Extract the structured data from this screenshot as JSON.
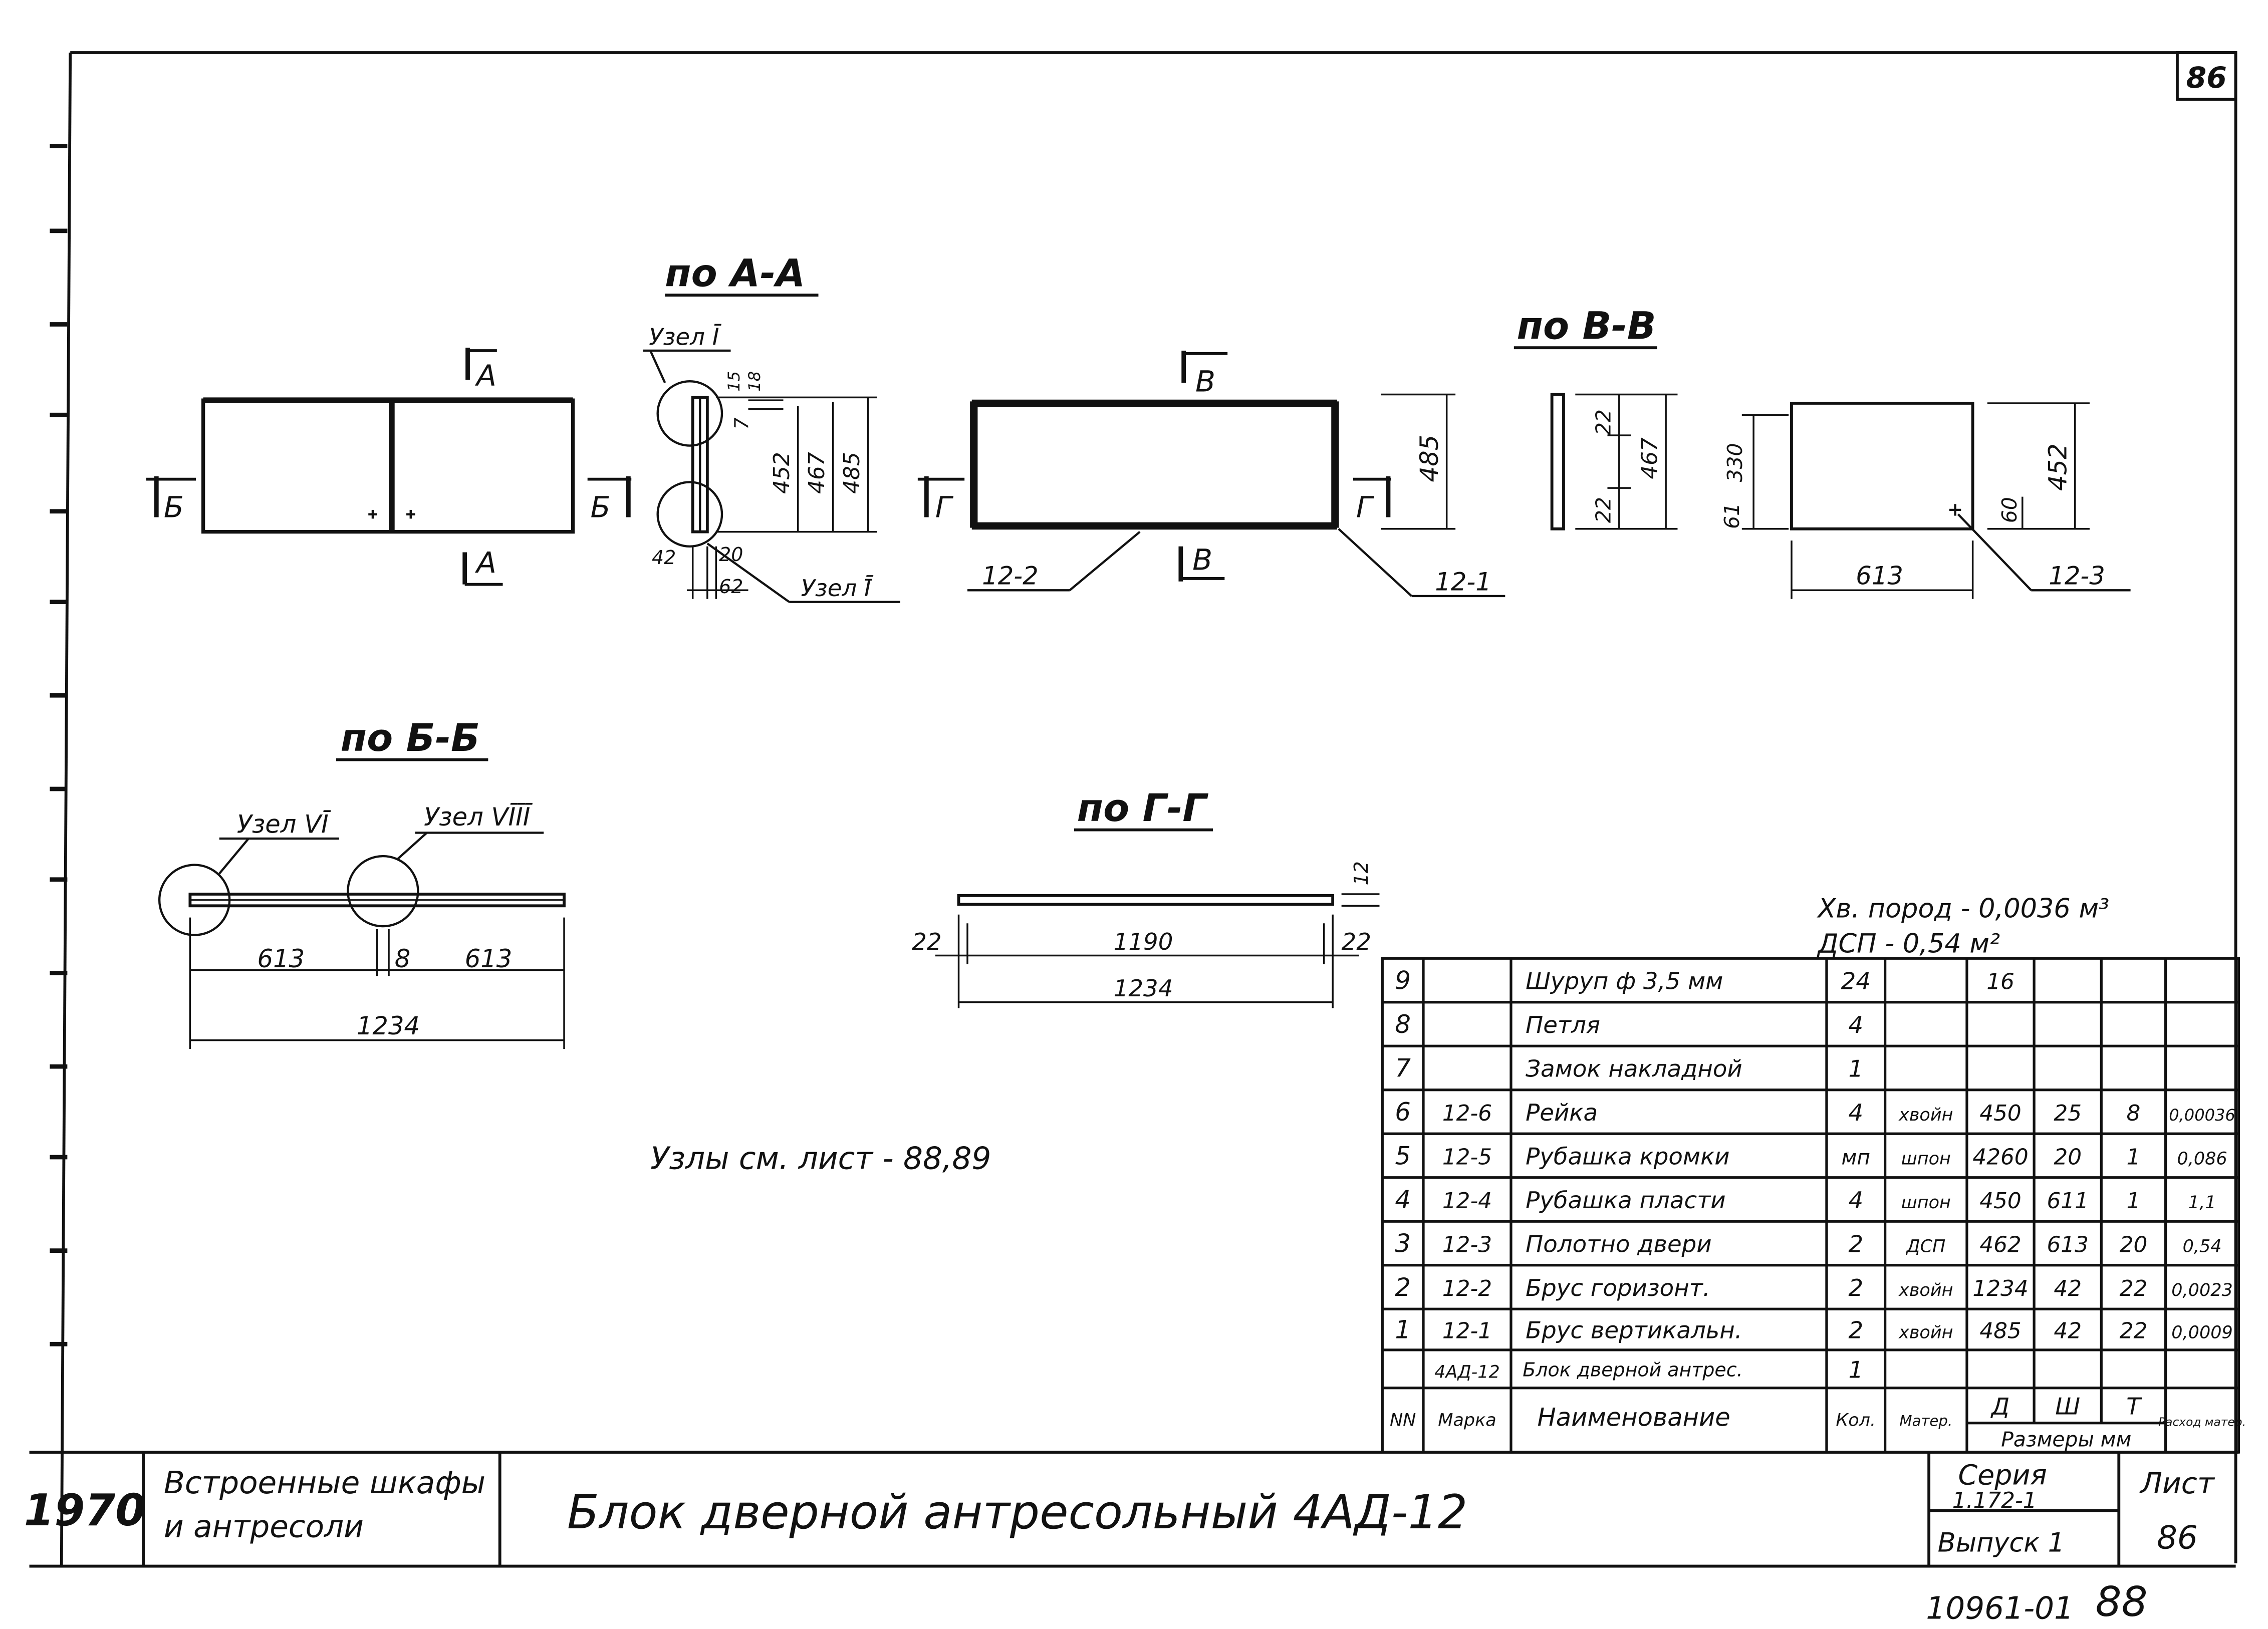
{
  "sheet": {
    "corner_sheet_number": "86",
    "bottom_archive_code": "10961-01",
    "bottom_page_number": "88"
  },
  "views": {
    "aa_title": "по А-А",
    "vv_title": "по В-В",
    "bb_title": "по Б-Б",
    "gg_title": "по Г-Г",
    "note": "Узлы см. лист - 88,89"
  },
  "front_view": {
    "mark_a_top": "А",
    "mark_a_bottom": "А",
    "mark_b_left": "Б",
    "mark_b_right": "Б"
  },
  "section_aa": {
    "node1": "Узел Ī",
    "node2": "Узел Ī̄",
    "dims": [
      "15",
      "18",
      "7",
      "452",
      "467",
      "485",
      "42",
      "20",
      "62"
    ]
  },
  "frame_view": {
    "mark_v_top": "В",
    "mark_v_bottom": "В",
    "mark_g_left": "Г",
    "mark_g_right": "Г",
    "dim_height": "485",
    "callout_left": "12-2",
    "callout_right": "12-1"
  },
  "section_vv": {
    "dims": [
      "22",
      "22",
      "467"
    ]
  },
  "panel_view": {
    "dims_left": [
      "61",
      "330"
    ],
    "dim_width": "613",
    "dim_right_small": "60",
    "dim_right": "452",
    "callout": "12-3"
  },
  "section_bb": {
    "node6": "Узел VĪ",
    "node8": "Узел VĪĪĪ",
    "dim_left": "613",
    "dim_gap": "8",
    "dim_right": "613",
    "dim_total": "1234"
  },
  "section_gg": {
    "dim_top": "12",
    "dim_left": "22",
    "dim_mid": "1190",
    "dim_right": "22",
    "dim_total": "1234"
  },
  "material_summary": {
    "line1": "Хв. пород - 0,0036 м³",
    "line2": "ДСП - 0,54 м²"
  },
  "parts_table": {
    "headers": {
      "num": "NN",
      "mark": "Марка",
      "name": "Наименование",
      "qty": "Кол.",
      "material": "Матер.",
      "dim_l": "Д",
      "dim_w": "Ш",
      "dim_t": "Т",
      "sizes_label": "Размеры мм",
      "consumption": "Расход матер."
    },
    "rows": [
      {
        "num": "9",
        "mark": "",
        "name": "Шуруп ф 3,5 мм",
        "qty": "24",
        "material": "",
        "l": "16",
        "w": "",
        "t": "",
        "cons": ""
      },
      {
        "num": "8",
        "mark": "",
        "name": "Петля",
        "qty": "4",
        "material": "",
        "l": "",
        "w": "",
        "t": "",
        "cons": ""
      },
      {
        "num": "7",
        "mark": "",
        "name": "Замок накладной",
        "qty": "1",
        "material": "",
        "l": "",
        "w": "",
        "t": "",
        "cons": ""
      },
      {
        "num": "6",
        "mark": "12-6",
        "name": "Рейка",
        "qty": "4",
        "material": "хвойн",
        "l": "450",
        "w": "25",
        "t": "8",
        "cons": "0,00036"
      },
      {
        "num": "5",
        "mark": "12-5",
        "name": "Рубашка кромки",
        "qty": "мп",
        "material": "шпон",
        "l": "4260",
        "w": "20",
        "t": "1",
        "cons": "0,086"
      },
      {
        "num": "4",
        "mark": "12-4",
        "name": "Рубашка пласти",
        "qty": "4",
        "material": "шпон",
        "l": "450",
        "w": "611",
        "t": "1",
        "cons": "1,1"
      },
      {
        "num": "3",
        "mark": "12-3",
        "name": "Полотно двери",
        "qty": "2",
        "material": "ДСП",
        "l": "462",
        "w": "613",
        "t": "20",
        "cons": "0,54"
      },
      {
        "num": "2",
        "mark": "12-2",
        "name": "Брус горизонт.",
        "qty": "2",
        "material": "хвойн",
        "l": "1234",
        "w": "42",
        "t": "22",
        "cons": "0,0023"
      },
      {
        "num": "1",
        "mark": "12-1",
        "name": "Брус вертикальн.",
        "qty": "2",
        "material": "хвойн",
        "l": "485",
        "w": "42",
        "t": "22",
        "cons": "0,0009"
      },
      {
        "num": "",
        "mark": "4АД-12",
        "name": "Блок дверной антрес.",
        "qty": "1",
        "material": "",
        "l": "",
        "w": "",
        "t": "",
        "cons": ""
      }
    ]
  },
  "title_block": {
    "year": "1970",
    "section_line1": "Встроенные шкафы",
    "section_line2": "и антресоли",
    "title": "Блок дверной антресольный 4АД-12",
    "series_label": "Серия",
    "series_value": "1.172-1",
    "issue": "Выпуск 1",
    "sheet_label": "Лист",
    "sheet_value": "86"
  }
}
